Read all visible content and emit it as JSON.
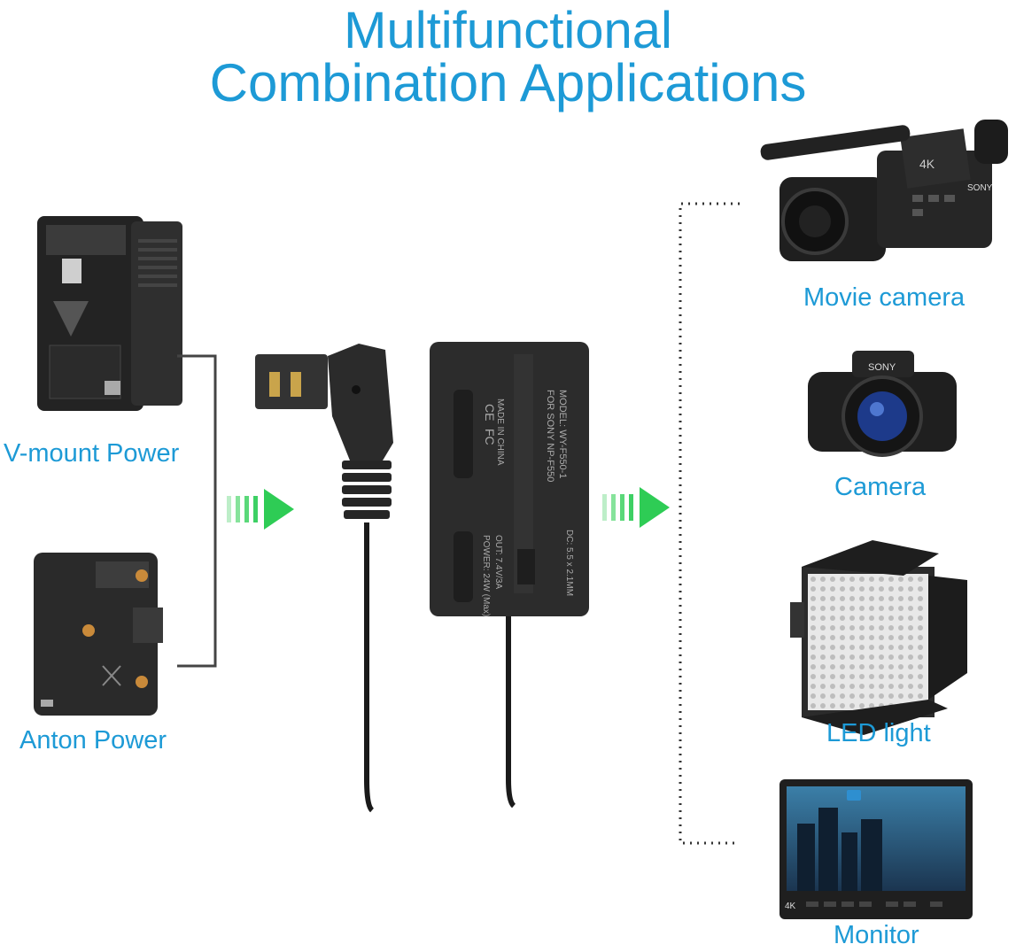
{
  "title": {
    "line1": "Multifunctional",
    "line2": "Combination Applications"
  },
  "sources": [
    {
      "label": "V-mount Power"
    },
    {
      "label": "Anton Power"
    }
  ],
  "devices": [
    {
      "label": "Movie camera"
    },
    {
      "label": "Camera"
    },
    {
      "label": "LED light"
    },
    {
      "label": "Monitor"
    }
  ],
  "adapter": {
    "model_text": "MODEL: WY-F550-1",
    "for_text": "FOR SONY NP-F550",
    "made_text": "MADE IN CHINA",
    "dc_text": "DC: 5.5 x 2.1MM",
    "out_text": "OUT: 7.4V/3A",
    "power_text": "POWER: 24W (Max)",
    "cert_ce": "CE",
    "cert_fc": "FC"
  },
  "device_text": {
    "camcorder_brand": "SONY",
    "camcorder_4k": "4K",
    "camera_brand": "SONY",
    "monitor_badge": "4K"
  },
  "colors": {
    "accent": "#1d9ad6",
    "arrow": "#2ecc55",
    "dark": "#2a2a2a"
  },
  "icons": [
    "arrow-right-icon",
    "bracket-icon",
    "dotted-bracket-icon"
  ]
}
